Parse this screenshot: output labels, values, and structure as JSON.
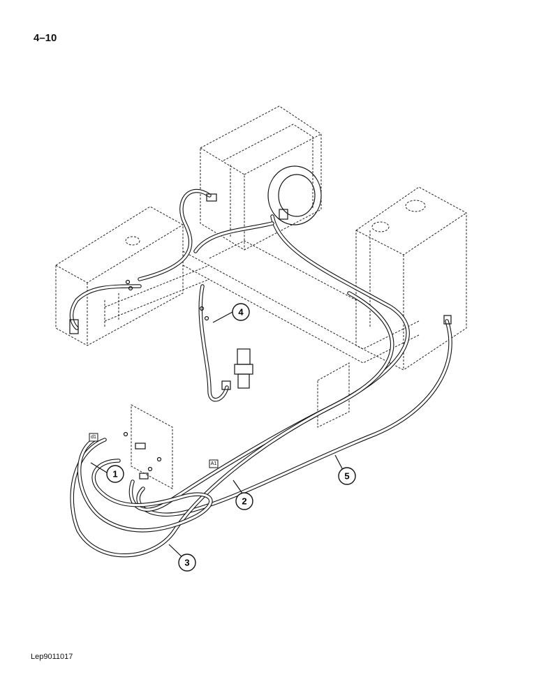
{
  "page": {
    "number": "4–10",
    "footer_code": "Lep9011017"
  },
  "callouts": [
    {
      "id": "1",
      "label": "1"
    },
    {
      "id": "2",
      "label": "2"
    },
    {
      "id": "3",
      "label": "3"
    },
    {
      "id": "4",
      "label": "4"
    },
    {
      "id": "5",
      "label": "5"
    }
  ],
  "tags": {
    "d1": "d1",
    "a1": "A1"
  }
}
